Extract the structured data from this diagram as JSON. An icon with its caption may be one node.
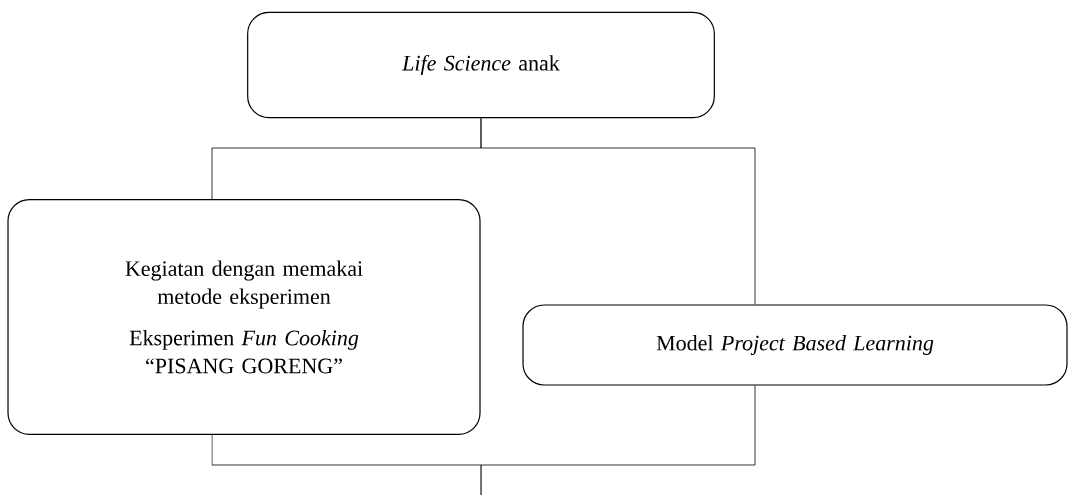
{
  "diagram": {
    "nodes": [
      {
        "text": [
          "*Life Science* anak"
        ]
      },
      {
        "text": [
          "Kegiatan dengan memakai metode eksperimen",
          "Eksperimen *Fun Cooking* “PISANG GORENG”"
        ]
      },
      {
        "text": [
          "Model *Project Based Learning*"
        ]
      }
    ],
    "edges": [
      {
        "from": 0,
        "to": 1,
        "arrow": "none"
      },
      {
        "from": 0,
        "to": 2,
        "arrow": "none"
      },
      {
        "from": 1,
        "to": null,
        "arrow": "none"
      },
      {
        "from": 2,
        "to": null,
        "arrow": "none"
      }
    ]
  }
}
